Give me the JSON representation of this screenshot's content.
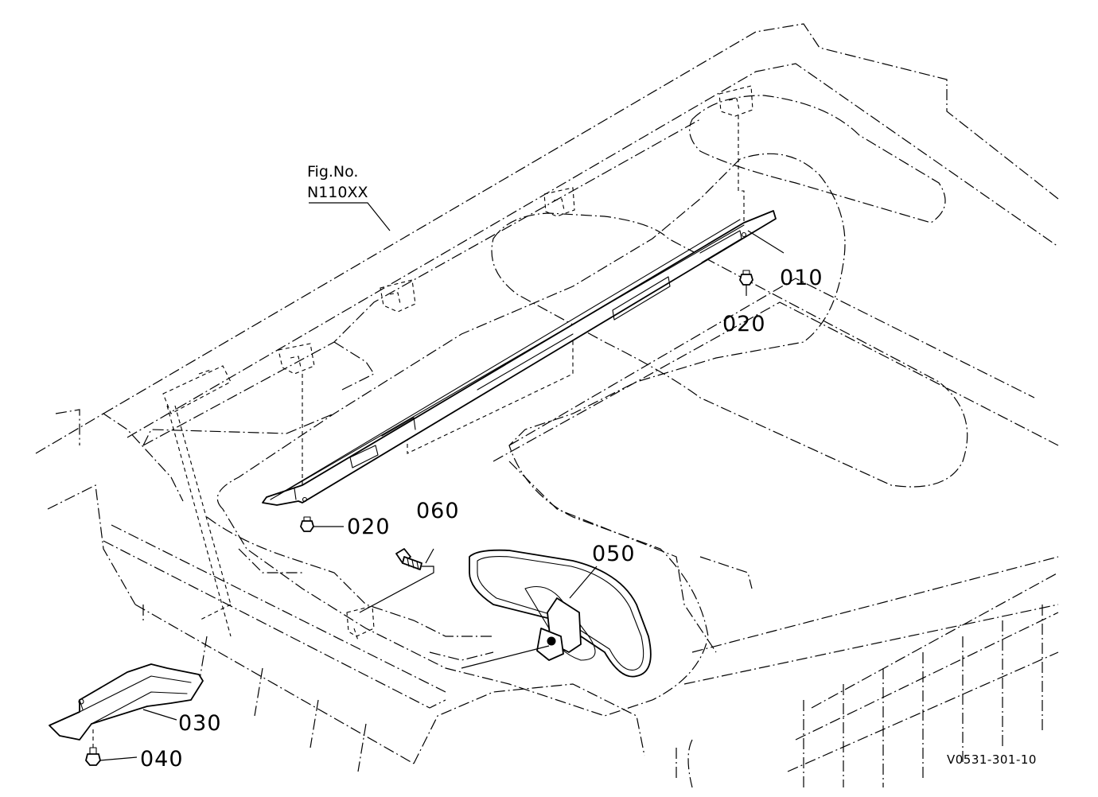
{
  "figure_ref": {
    "line1": "Fig.No.",
    "line2": "N110XX"
  },
  "callouts": [
    {
      "id": "010",
      "label": "010"
    },
    {
      "id": "020a",
      "label": "020"
    },
    {
      "id": "020b",
      "label": "020"
    },
    {
      "id": "030",
      "label": "030"
    },
    {
      "id": "040",
      "label": "040"
    },
    {
      "id": "050",
      "label": "050"
    },
    {
      "id": "060",
      "label": "060"
    }
  ],
  "drawing_code": "V0531-301-10"
}
